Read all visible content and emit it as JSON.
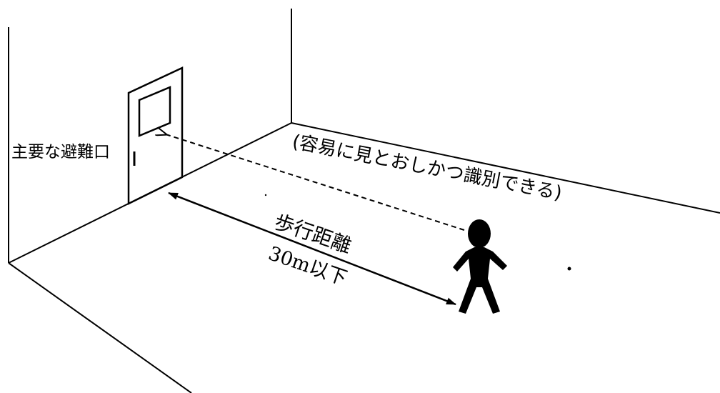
{
  "labels": {
    "exit": "主要な避難口",
    "visibility_note": "(容易に見とおしかつ識別できる)",
    "walking_distance": "歩行距離",
    "distance_limit": "30m以下"
  },
  "colors": {
    "ink": "#000000",
    "paper": "#ffffff"
  },
  "icons": {
    "person": "person-silhouette-icon",
    "door": "door-icon"
  }
}
